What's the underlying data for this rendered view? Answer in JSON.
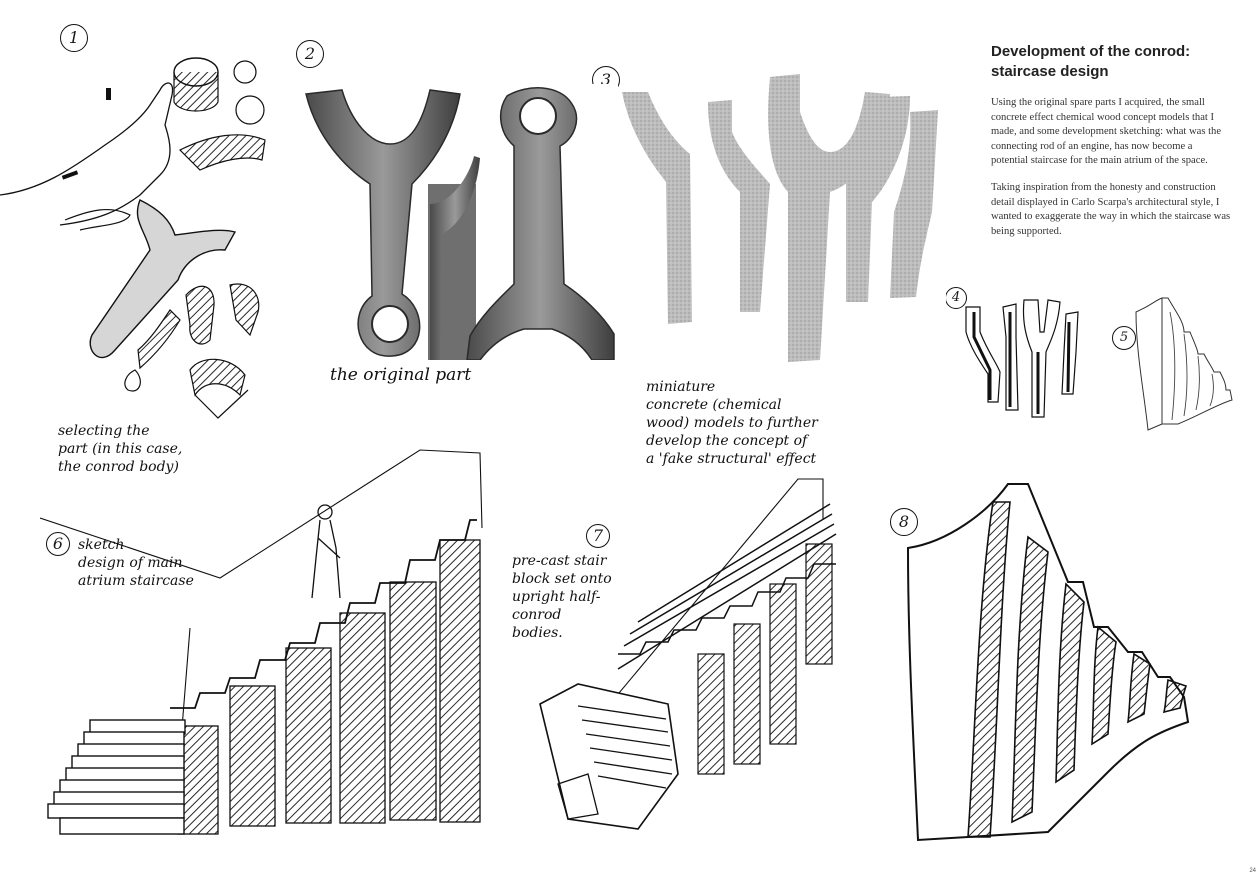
{
  "text": {
    "title": "Development of the conrod: staircase design",
    "para1": "Using the original spare parts I acquired, the small concrete effect chemical wood concept models that I made, and some development sketching: what was the connecting rod of an engine, has now become a potential staircase for the main atrium of the space.",
    "para2": "Taking inspiration from the honesty and construction detail displayed in Carlo Scarpa's architectural style, I wanted to exaggerate the way in which the staircase was being supported."
  },
  "numbers": [
    "1",
    "2",
    "3",
    "4",
    "5",
    "6",
    "7",
    "8"
  ],
  "notes": {
    "selecting": "selecting the\npart (in this case,\nthe conrod body)",
    "original": "the original part",
    "miniature": "miniature\nconcrete (chemical\nwood) models to further\ndevelop the concept of\na 'fake structural' effect",
    "sketch": "sketch\ndesign of main\natrium staircase",
    "precast": "pre-cast stair\nblock set onto\nupright half-\nconrod\nbodies."
  },
  "page_number": "24"
}
